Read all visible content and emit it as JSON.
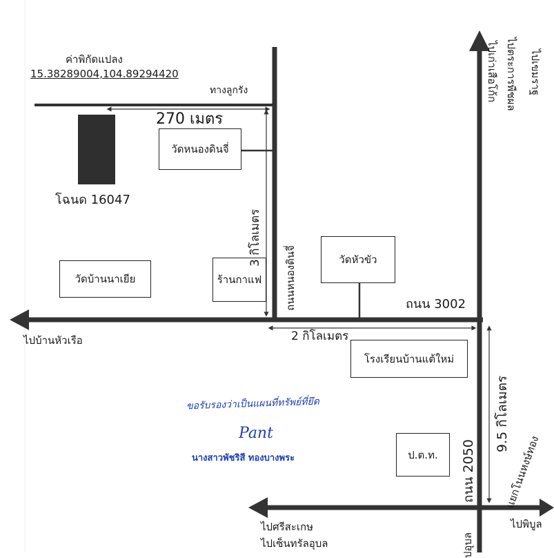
{
  "coord_label": "ค่าพิกัดแปลง",
  "coord_value": "15.38289004,104.89294420",
  "gravel_road": "ทางลูกรัง",
  "dist_270": "270 เมตร",
  "plot_label": "โฉนด  16047",
  "temple_nong": "วัดหนองดินจี่",
  "temple_hua": "วัดหัวขัว",
  "temple_bannayia": "วัดบ้านนาเยีย",
  "cafe": "ร้านกาแฟ",
  "school": "โรงเรียนบ้านแต้ใหม่",
  "post": "ป.ต.ท.",
  "dist_3km": "3  กิโลเมตร",
  "road_nong": "ถนนหนองดินจี่",
  "road_3002": "ถนน 3002",
  "to_hua_ruea": "ไปบ้านหัวเรือ",
  "dist_2km": "2  กิโลเมตร",
  "dist_95km": "9.5  กิโลเมตร",
  "road_2050": "ถนน 2050",
  "junction": "แยกโนนหงษ์ทอง",
  "to_north_1": "ไปเก่าเสือโก้ก",
  "to_north_2": "ไปตระการพืชผล",
  "to_north_3": "ไปเขมราฐ",
  "to_sisaket": "ไปศรีสะเกษ",
  "to_ubon_center": "ไปเซ็นทรัลอุบล",
  "to_phibun": "ไปพิบูล",
  "to_south": "ปอุบล",
  "cert_text": "ขอรับรองว่าเป็นแผนที่ทรัพย์ที่ยึด",
  "signature": "Pant",
  "signer_name": "นางสาวพัชริสี  ทองบางพระ",
  "colors": {
    "ink": "#1a1a1a",
    "road": "#333333",
    "parcel": "#2f2f2f",
    "signature": "#1d3fb8"
  }
}
